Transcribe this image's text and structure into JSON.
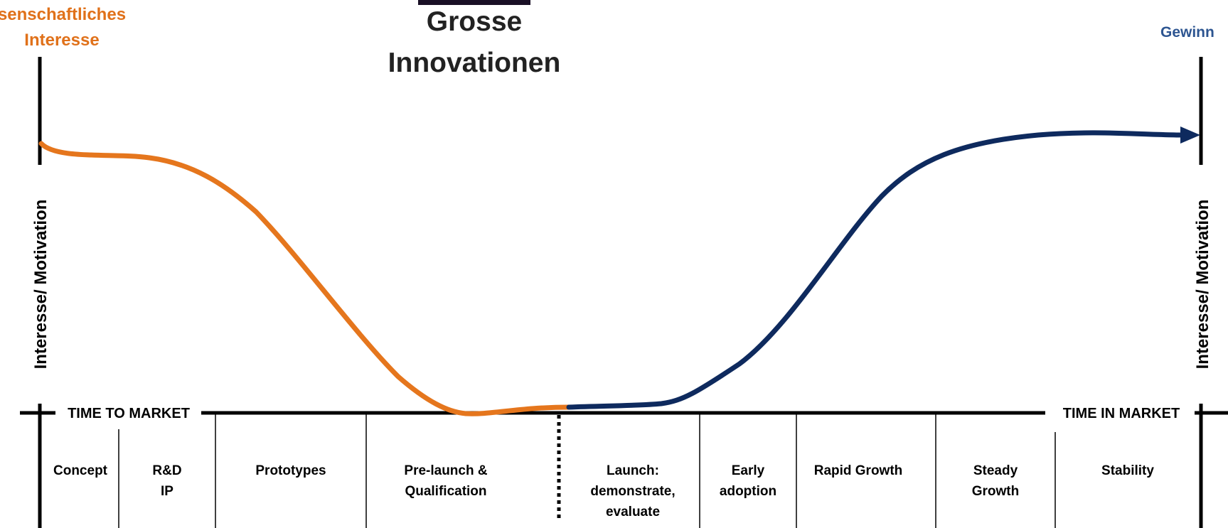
{
  "top_left_label": {
    "line1": "senschaftliches",
    "line2": "Interesse"
  },
  "top_right_label": "Gewinn",
  "title": {
    "line1": "Grosse",
    "line2": "Innovationen"
  },
  "left_axis_label": "Interesse/ Motivation",
  "right_axis_label": "Interesse/ Motivation",
  "time_to_market_label": "TIME TO MARKET",
  "time_in_market_label": "TIME IN MARKET",
  "phases": [
    {
      "line1": "Concept",
      "line2": "",
      "line3": ""
    },
    {
      "line1": "R&D",
      "line2": "IP",
      "line3": ""
    },
    {
      "line1": "Prototypes",
      "line2": "",
      "line3": ""
    },
    {
      "line1": "Pre-launch &",
      "line2": "Qualification",
      "line3": ""
    },
    {
      "line1": "Launch:",
      "line2": "demonstrate,",
      "line3": "evaluate"
    },
    {
      "line1": "Early",
      "line2": "adoption",
      "line3": ""
    },
    {
      "line1": "Rapid Growth",
      "line2": "",
      "line3": ""
    },
    {
      "line1": "Steady",
      "line2": "Growth",
      "line3": ""
    },
    {
      "line1": "Stability",
      "line2": "",
      "line3": ""
    }
  ],
  "colors": {
    "orange_curve": "#E5761D",
    "blue_curve": "#0E2A5E",
    "axis": "#000000",
    "top_left_text": "#E0711A",
    "top_right_text": "#2D5591"
  }
}
